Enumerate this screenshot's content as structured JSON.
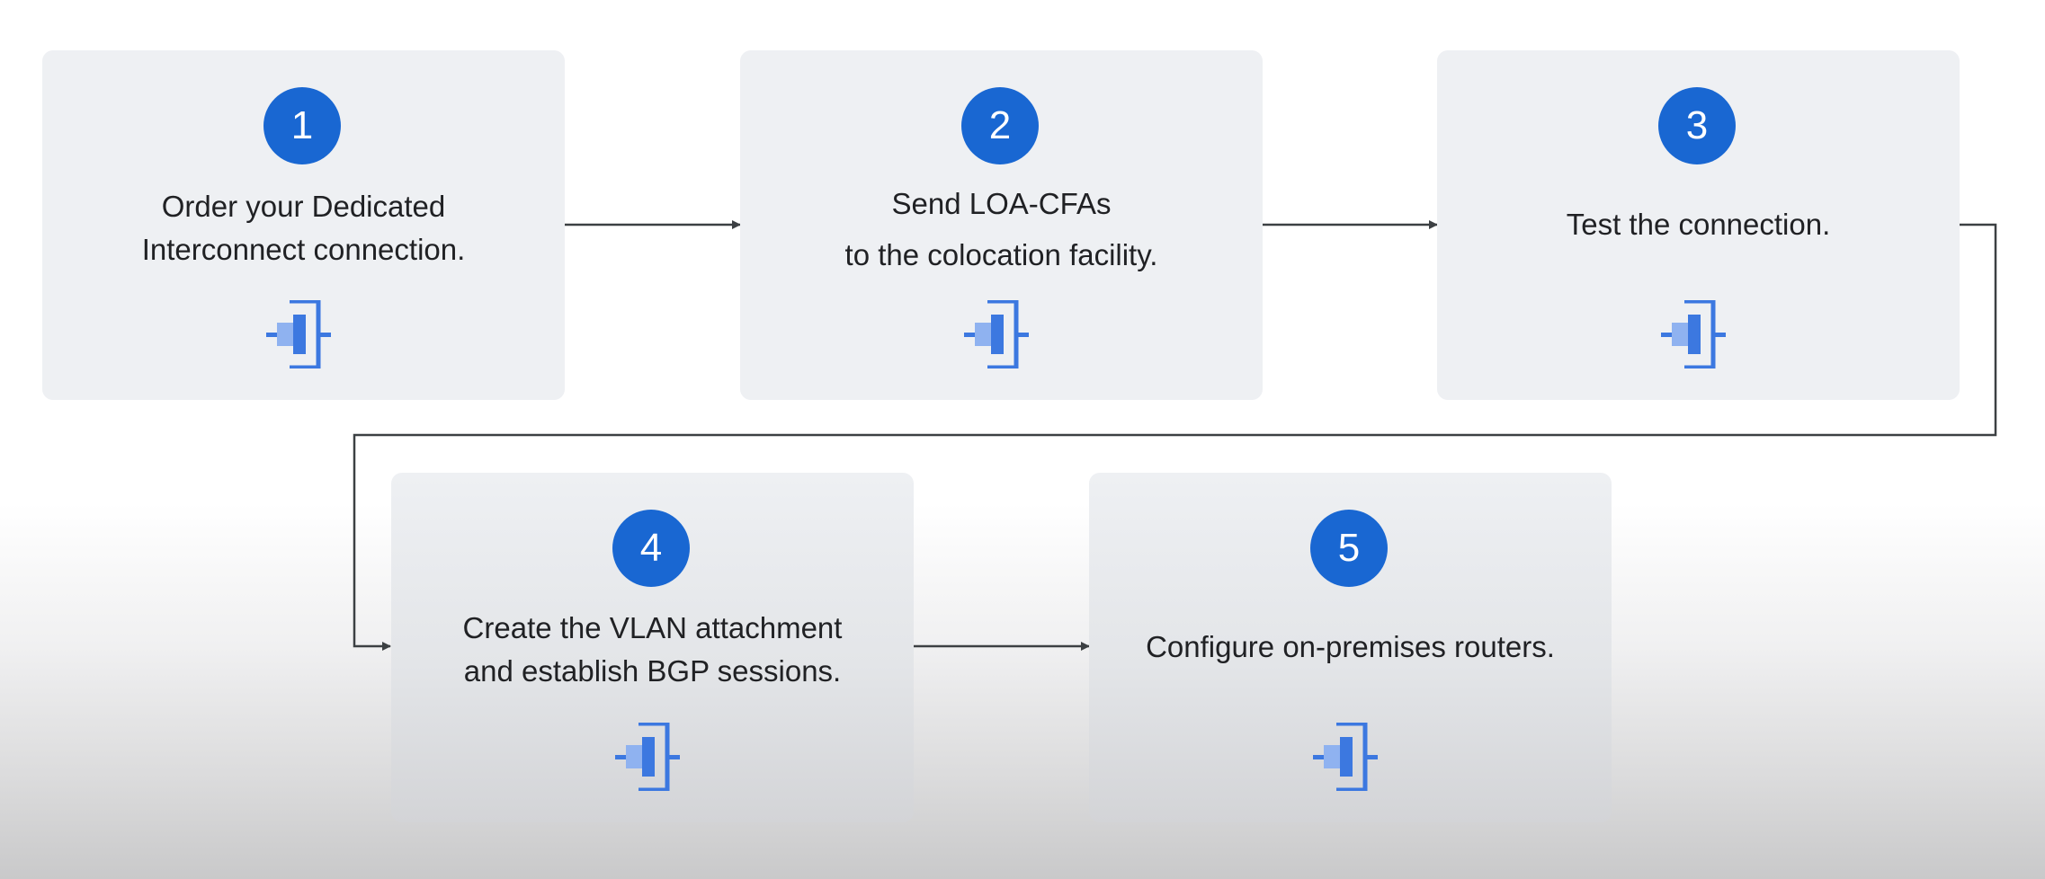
{
  "diagram": {
    "steps": [
      {
        "number": "1",
        "lines": [
          "Order your Dedicated",
          "Interconnect connection."
        ],
        "icon": "interconnect-icon"
      },
      {
        "number": "2",
        "lines": [
          "Send LOA-CFAs",
          "to the colocation facility."
        ],
        "icon": "interconnect-icon"
      },
      {
        "number": "3",
        "lines": [
          "Test the connection."
        ],
        "icon": "interconnect-icon"
      },
      {
        "number": "4",
        "lines": [
          "Create the VLAN attachment",
          "and establish BGP sessions."
        ],
        "icon": "interconnect-icon"
      },
      {
        "number": "5",
        "lines": [
          "Configure on-premises routers."
        ],
        "icon": "interconnect-icon"
      }
    ],
    "colors": {
      "badge": "#1967d2",
      "card": "#eef0f3",
      "arrow": "#3c4043",
      "icon_dark": "#3c78e0",
      "icon_light": "#8fb2f0"
    }
  }
}
